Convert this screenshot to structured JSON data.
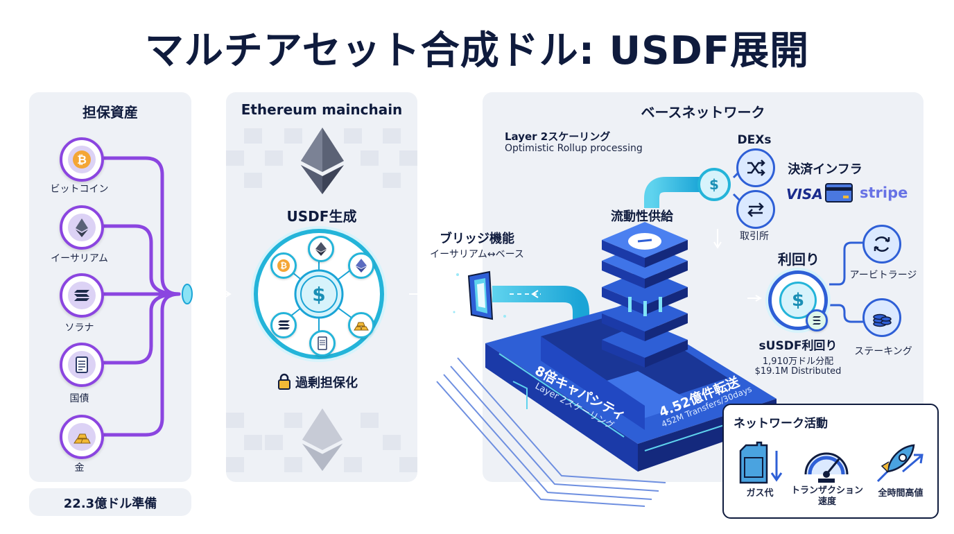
{
  "title": "マルチアセット合成ドル: USDF展開",
  "collateral": {
    "title": "担保資産",
    "assets": [
      {
        "label": "ビットコイン",
        "icon": "bitcoin-icon"
      },
      {
        "label": "イーサリアム",
        "icon": "ethereum-icon"
      },
      {
        "label": "ソラナ",
        "icon": "solana-icon"
      },
      {
        "label": "国債",
        "icon": "document-icon"
      },
      {
        "label": "金",
        "icon": "gold-bars-icon"
      }
    ],
    "reserve": "22.3億ドル準備"
  },
  "ethereum": {
    "title": "Ethereum mainchain",
    "mint_label": "USDF生成",
    "overcollateral": "過剰担保化"
  },
  "bridge": {
    "title": "ブリッジ機能",
    "subtitle": "イーサリアム↔ベース"
  },
  "base": {
    "title": "ベースネットワーク",
    "layer2_title": "Layer 2スケーリング",
    "layer2_sub": "Optimistic Rollup processing",
    "liquidity": "流動性供給",
    "dexs": "DEXs",
    "exchange": "取引所",
    "payment": "決済インフラ",
    "visa": "VISA",
    "stripe": "stripe",
    "capacity_main": "8倍キャパシティ",
    "capacity_sub": "Layer 2スケーリング",
    "transfers_main": "4.52億件転送",
    "transfers_sub": "452M Transfers/30days",
    "yield_title": "利回り",
    "arbitrage": "アービトラージ",
    "staking": "ステーキング",
    "susdf_title": "sUSDF利回り",
    "susdf_jp": "1,910万ドル分配",
    "susdf_en": "$19.1M Distributed"
  },
  "activity": {
    "title": "ネットワーク活動",
    "items": [
      {
        "label": "ガス代"
      },
      {
        "label": "トランザクション速度"
      },
      {
        "label": "全時間高値"
      }
    ]
  },
  "colors": {
    "purple": "#8b45e0",
    "cyan": "#24b4d9",
    "blue": "#2e5fd6",
    "navy": "#0f1b3d"
  }
}
